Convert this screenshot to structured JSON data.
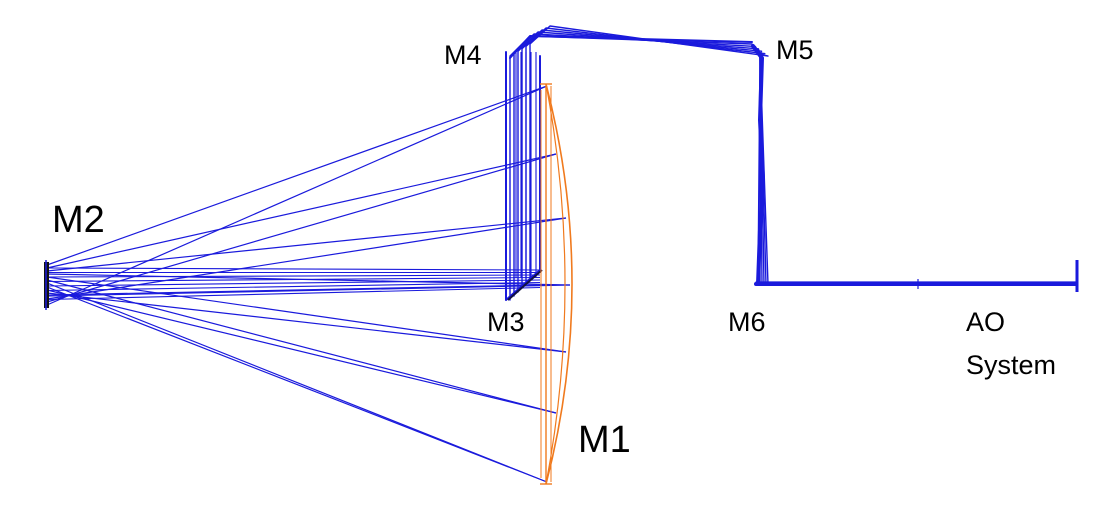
{
  "labels": {
    "m1": "M1",
    "m2": "M2",
    "m3": "M3",
    "m4": "M4",
    "m5": "M5",
    "m6": "M6",
    "ao_line1": "AO",
    "ao_line2": "System"
  },
  "colors": {
    "ray": "#1a1adc",
    "primary_mirror": "#f07a1e",
    "secondary_mirror": "#111111",
    "text": "#000000"
  }
}
